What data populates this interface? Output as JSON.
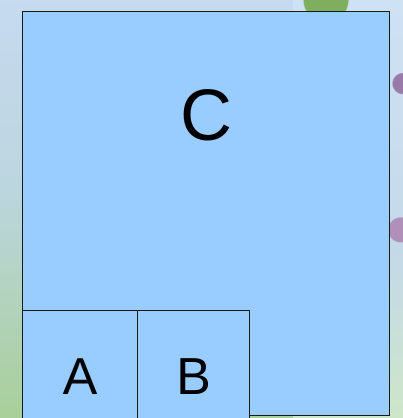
{
  "diagram": {
    "outer": {
      "label": "C"
    },
    "inner_left": {
      "label": "A"
    },
    "inner_right": {
      "label": "B"
    },
    "fill_color": "#99ccff",
    "border_color": "#1a1a1a"
  }
}
